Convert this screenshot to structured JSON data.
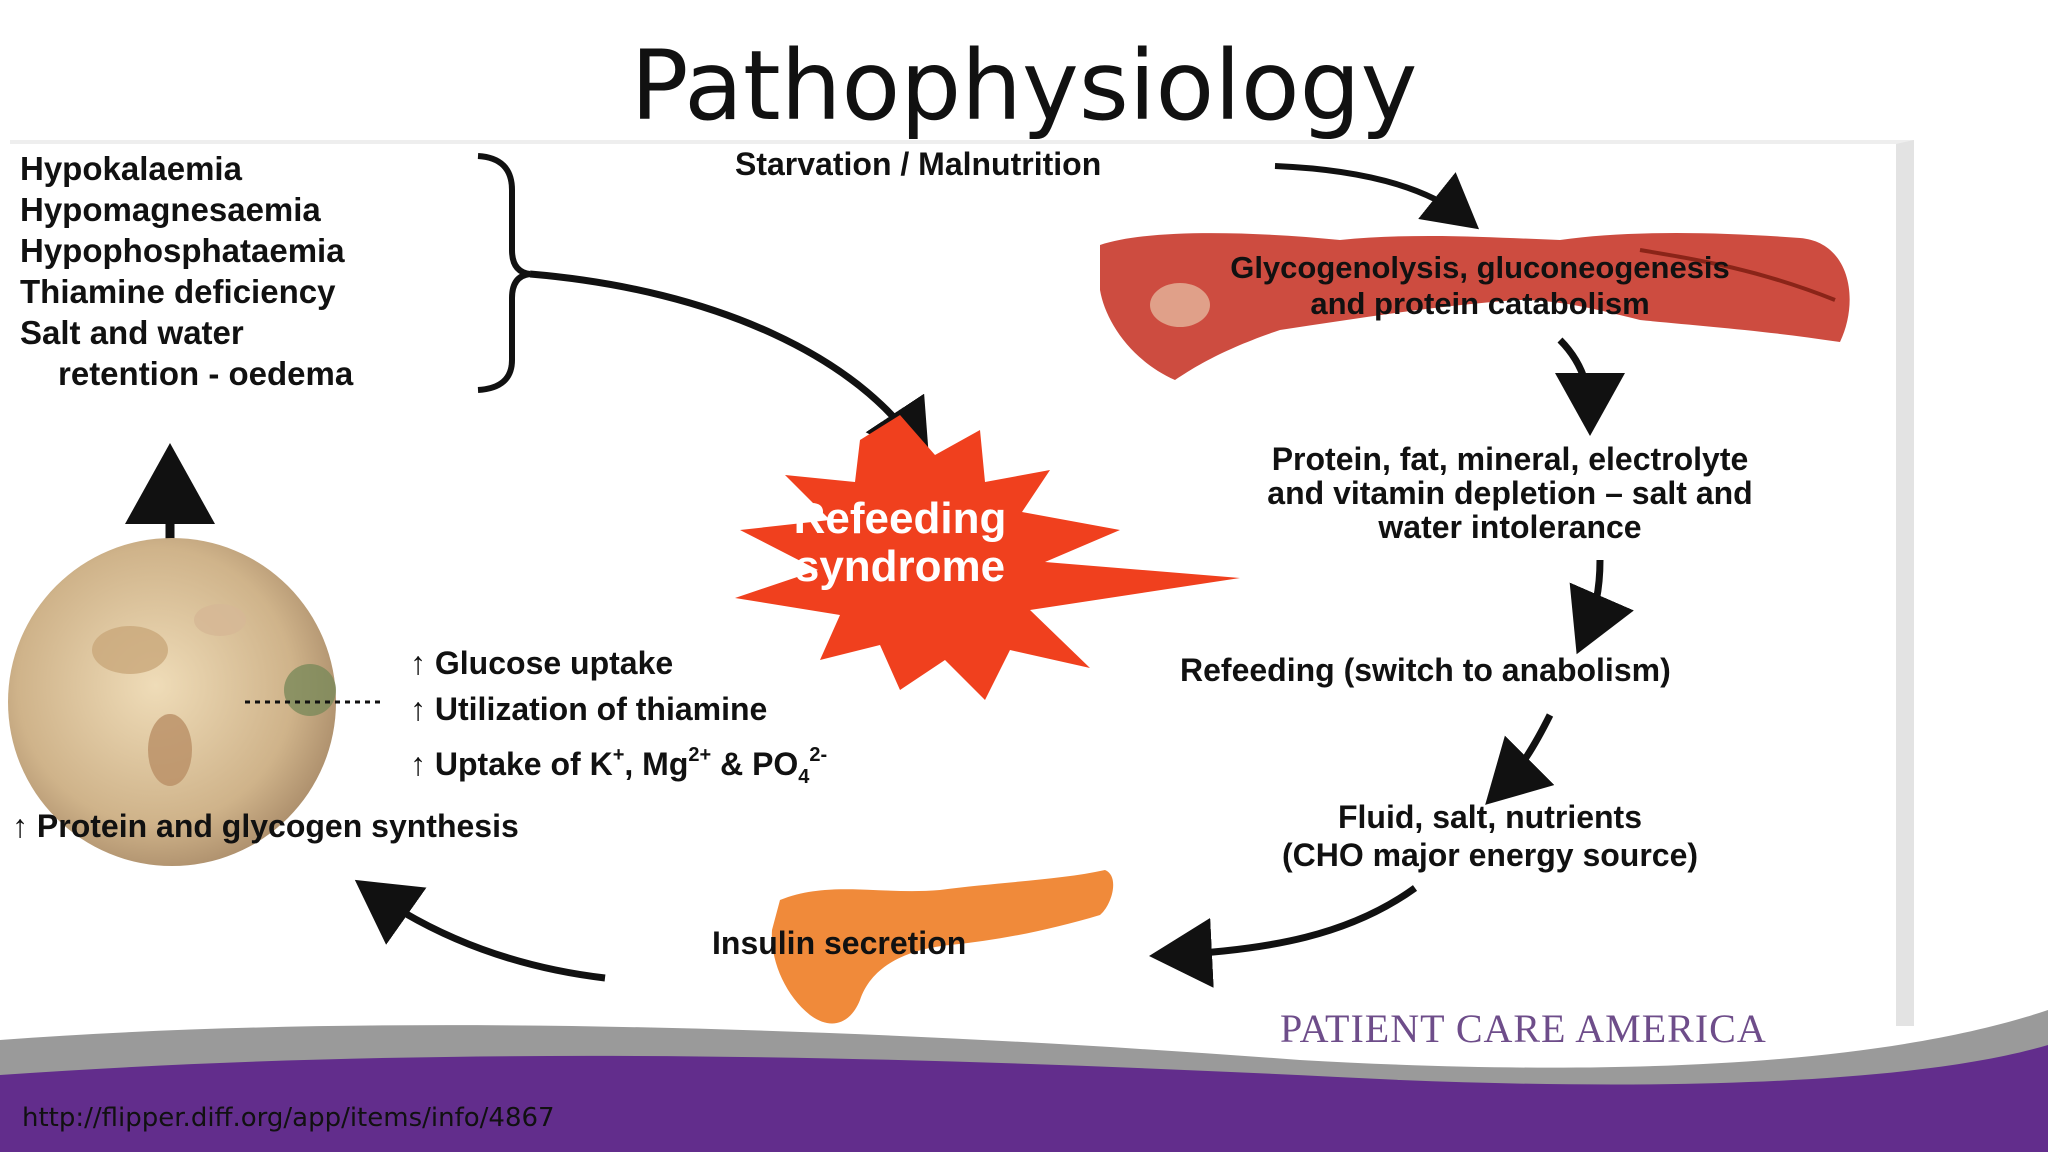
{
  "slide": {
    "title": "Pathophysiology",
    "source_url": "http://flipper.diff.org/app/items/info/4867",
    "logo_text": "PATIENT CARE AMERICA"
  },
  "diagram": {
    "conditions": [
      "Hypokalaemia",
      "Hypomagnesaemia",
      "Hypophosphataemia",
      "Thiamine deficiency",
      "Salt and water",
      "retention - oedema"
    ],
    "starvation": "Starvation / Malnutrition",
    "glyco_line1": "Glycogenolysis, gluconeogenesis",
    "glyco_line2": "and protein catabolism",
    "depletion_line1": "Protein, fat, mineral, electrolyte",
    "depletion_line2": "and vitamin depletion – salt and",
    "depletion_line3": "water intolerance",
    "refeeding": "Refeeding (switch to anabolism)",
    "fluid_line1": "Fluid, salt, nutrients",
    "fluid_line2": "(CHO major energy source)",
    "insulin": "Insulin secretion",
    "syndrome_line1": "Refeeding",
    "syndrome_line2": "syndrome",
    "effect1": "↑ Glucose uptake",
    "effect2": "↑ Utilization of thiamine",
    "effect3_prefix": "↑ Uptake of K",
    "effect3_plus": "+",
    "effect3_mid": ", Mg",
    "effect3_mg": "2+",
    "effect3_amp": " & PO",
    "effect3_sub": "4",
    "effect3_charge": "2-",
    "synthesis": "↑ Protein and glycogen synthesis"
  },
  "colors": {
    "star": "#f0401e",
    "purple_band": "#622d8c",
    "grey_swoosh": "#9a9a9a",
    "liver": "#c8392b",
    "pancreas": "#f08a3a"
  }
}
